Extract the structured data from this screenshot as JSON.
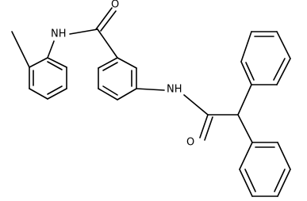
{
  "molecule": {
    "atom_labels": {
      "amide_top_oxygen": "O",
      "amide_top_nh": "NH",
      "amide_right_nh": "NH",
      "amide_right_oxygen": "O"
    }
  }
}
